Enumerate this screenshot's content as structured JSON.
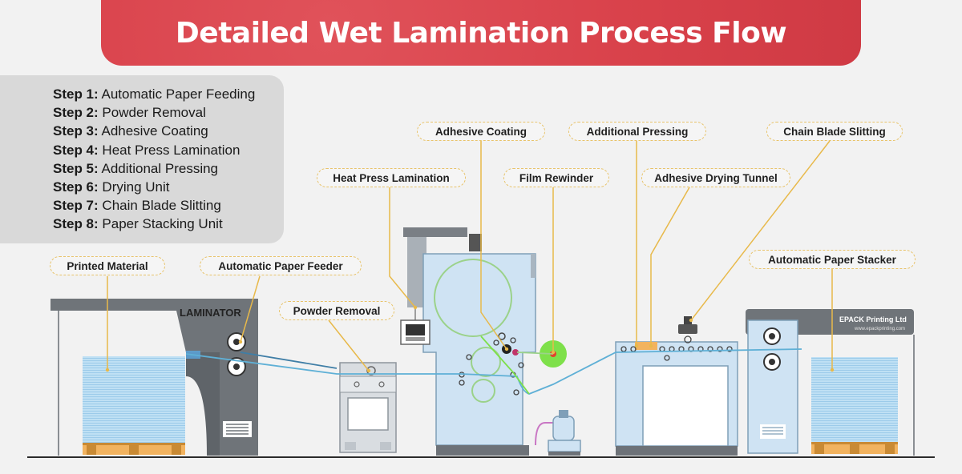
{
  "title": "Detailed Wet Lamination Process Flow",
  "steps": [
    {
      "label": "Step 1:",
      "text": "Automatic Paper Feeding"
    },
    {
      "label": "Step 2:",
      "text": "Powder Removal"
    },
    {
      "label": "Step 3:",
      "text": "Adhesive Coating"
    },
    {
      "label": "Step 4:",
      "text": "Heat Press Lamination"
    },
    {
      "label": "Step 5:",
      "text": "Additional Pressing"
    },
    {
      "label": "Step 6:",
      "text": "Drying Unit"
    },
    {
      "label": "Step 7:",
      "text": "Chain Blade Slitting"
    },
    {
      "label": "Step 8:",
      "text": "Paper Stacking Unit"
    }
  ],
  "callouts": {
    "printed_material": "Printed Material",
    "automatic_paper_feeder": "Automatic Paper Feeder",
    "powder_removal": "Powder Removal",
    "heat_press_lamination": "Heat Press Lamination",
    "adhesive_coating": "Adhesive Coating",
    "film_rewinder": "Film Rewinder",
    "additional_pressing": "Additional Pressing",
    "adhesive_drying_tunnel": "Adhesive Drying Tunnel",
    "chain_blade_slitting": "Chain Blade Slitting",
    "automatic_paper_stacker": "Automatic Paper Stacker"
  },
  "machine": {
    "laminator_label": "LAMINATOR",
    "brand_name": "EPACK Printing Ltd",
    "brand_url": "www.epackprinting.com"
  },
  "colors": {
    "banner": "#d9424b",
    "machine_blue": "#cfe3f3",
    "machine_gray": "#6d7278",
    "film_green": "#7ee04a",
    "leader_gold": "#e8b94a",
    "paper_blue": "#8ec5e8",
    "pallet_orange": "#f2b35f"
  }
}
